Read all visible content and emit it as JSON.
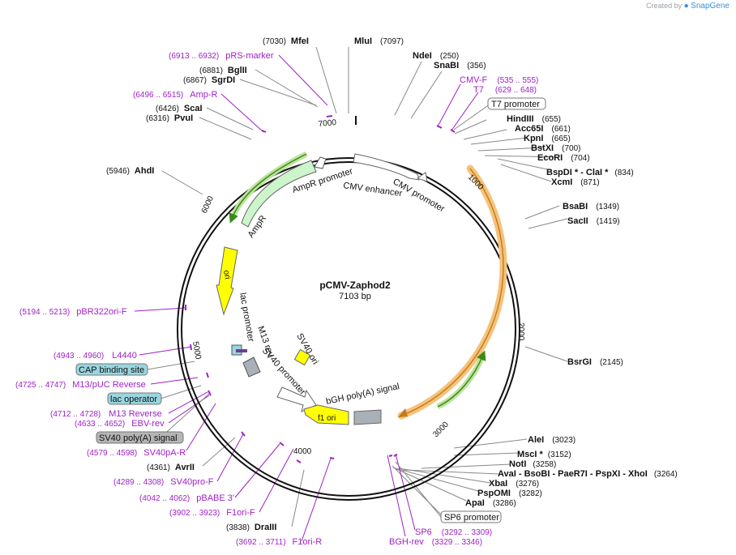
{
  "brand": {
    "created_by": "Created by",
    "app": "SnapGene"
  },
  "map": {
    "name": "pCMV-Zaphod2",
    "length": "7103 bp",
    "ticks": [
      "1000",
      "2000",
      "3000",
      "4000",
      "5000",
      "6000",
      "7000"
    ]
  },
  "enzymes": [
    {
      "name": "MfeI",
      "pos": "(7030)"
    },
    {
      "name": "MluI",
      "pos": "(7097)"
    },
    {
      "name": "NdeI",
      "pos": "(250)"
    },
    {
      "name": "SnaBI",
      "pos": "(356)"
    },
    {
      "name": "HindIII",
      "pos": "(655)"
    },
    {
      "name": "Acc65I",
      "pos": "(661)"
    },
    {
      "name": "KpnI",
      "pos": "(665)"
    },
    {
      "name": "BstXI",
      "pos": "(700)"
    },
    {
      "name": "EcoRI",
      "pos": "(704)"
    },
    {
      "name": "BspDI * - ClaI *",
      "pos": "(834)"
    },
    {
      "name": "XcmI",
      "pos": "(871)"
    },
    {
      "name": "BsaBI",
      "pos": "(1349)"
    },
    {
      "name": "SacII",
      "pos": "(1419)"
    },
    {
      "name": "BsrGI",
      "pos": "(2145)"
    },
    {
      "name": "AleI",
      "pos": "(3023)"
    },
    {
      "name": "MscI *",
      "pos": "(3152)"
    },
    {
      "name": "NotI",
      "pos": "(3258)"
    },
    {
      "name": "AvaI - BsoBI - PaeR7I - PspXI - XhoI",
      "pos": "(3264)"
    },
    {
      "name": "XbaI",
      "pos": "(3276)"
    },
    {
      "name": "PspOMI",
      "pos": "(3282)"
    },
    {
      "name": "ApaI",
      "pos": "(3286)"
    },
    {
      "name": "DraIII",
      "pos": "(3838)"
    },
    {
      "name": "AvrII",
      "pos": "(4361)"
    },
    {
      "name": "AhdI",
      "pos": "(5946)"
    },
    {
      "name": "ScaI",
      "pos": "(6426)"
    },
    {
      "name": "PvuI",
      "pos": "(6316)"
    },
    {
      "name": "BglII",
      "pos": "(6881)"
    },
    {
      "name": "SgrDI",
      "pos": "(6867)"
    }
  ],
  "primers": [
    {
      "name": "pRS-marker",
      "range": "(6913 .. 6932)"
    },
    {
      "name": "Amp-R",
      "range": "(6496 .. 6515)"
    },
    {
      "name": "CMV-F",
      "range": "(535 .. 555)"
    },
    {
      "name": "T7",
      "range": "(629 .. 648)"
    },
    {
      "name": "pBR322ori-F",
      "range": "(5194 .. 5213)"
    },
    {
      "name": "L4440",
      "range": "(4943 .. 4960)"
    },
    {
      "name": "M13/pUC Reverse",
      "range": "(4725 .. 4747)"
    },
    {
      "name": "M13 Reverse",
      "range": "(4712 .. 4728)"
    },
    {
      "name": "EBV-rev",
      "range": "(4633 .. 4652)"
    },
    {
      "name": "SV40pA-R",
      "range": "(4579 .. 4598)"
    },
    {
      "name": "SV40pro-F",
      "range": "(4289 .. 4308)"
    },
    {
      "name": "pBABE 3'",
      "range": "(4042 .. 4062)"
    },
    {
      "name": "F1ori-F",
      "range": "(3902 .. 3923)"
    },
    {
      "name": "F1ori-R",
      "range": "(3692 .. 3711)"
    },
    {
      "name": "SP6",
      "range": "(3292 .. 3309)"
    },
    {
      "name": "BGH-rev",
      "range": "(3329 .. 3346)"
    }
  ],
  "boxed": [
    {
      "name": "T7 promoter"
    },
    {
      "name": "SP6 promoter"
    },
    {
      "name": "CAP binding site"
    },
    {
      "name": "lac operator"
    },
    {
      "name": "SV40 poly(A) signal"
    }
  ],
  "features": {
    "amp_promoter": "AmpR promoter",
    "cmv_enhancer": "CMV enhancer",
    "cmv_promoter": "CMV promoter",
    "ampr": "AmpR",
    "ori": "ori",
    "lac_promoter": "lac promoter",
    "m13_rev": "M13 rev",
    "sv40_ori": "SV40 ori",
    "sv40_promoter": "SV40 promoter",
    "bgh": "bGH poly(A) signal",
    "f1_ori": "f1 ori"
  },
  "colors": {
    "enzyme": "#111111",
    "primer": "#a020c8",
    "orf": "#f2a94a",
    "ampr_fill": "#ccf5cc",
    "ori_fill": "#ffff00",
    "box_cyan": "#99d6e0",
    "box_gray": "#b5b5b5"
  }
}
